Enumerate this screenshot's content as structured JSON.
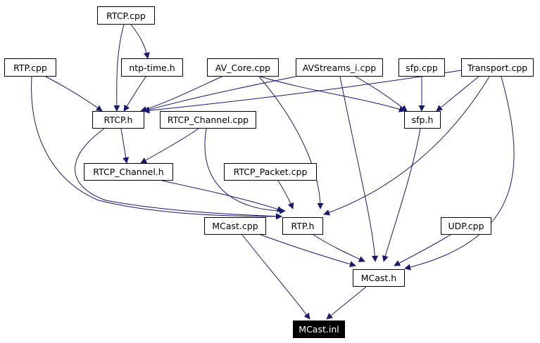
{
  "graph": {
    "nodes": {
      "rtcp_cpp": "RTCP.cpp",
      "ntp_time_h": "ntp-time.h",
      "rtp_cpp": "RTP.cpp",
      "av_core_cpp": "AV_Core.cpp",
      "avstreams_i_cpp": "AVStreams_i.cpp",
      "sfp_cpp": "sfp.cpp",
      "transport_cpp": "Transport.cpp",
      "rtcp_h": "RTCP.h",
      "rtcp_channel_cpp": "RTCP_Channel.cpp",
      "sfp_h": "sfp.h",
      "rtcp_channel_h": "RTCP_Channel.h",
      "rtcp_packet_cpp": "RTCP_Packet.cpp",
      "mcast_cpp": "MCast.cpp",
      "rtp_h": "RTP.h",
      "udp_cpp": "UDP.cpp",
      "mcast_h": "MCast.h",
      "mcast_inl": "MCast.inl"
    },
    "edge_color": "#191970",
    "highlight_node": "mcast_inl"
  }
}
